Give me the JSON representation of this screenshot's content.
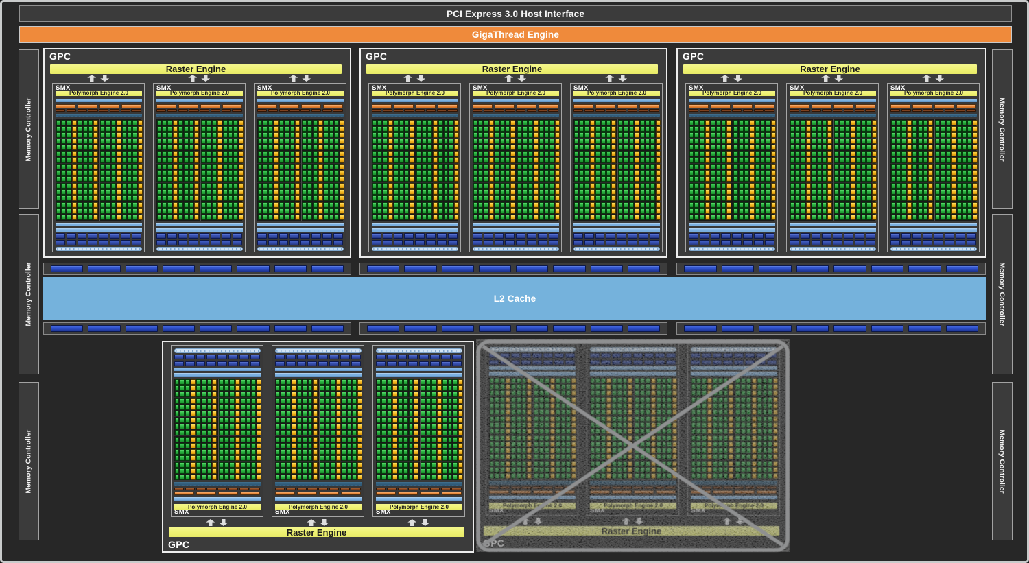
{
  "diagram": {
    "name": "gpu-architecture-block-diagram",
    "host_interface_label": "PCI Express 3.0 Host Interface",
    "gigathread_label": "GigaThread Engine",
    "l2_label": "L2 Cache",
    "memory_controller_label": "Memory Controller",
    "gpc_label": "GPC",
    "smx_label": "SMX",
    "raster_label": "Raster Engine",
    "polymorph_label": "Polymorph Engine 2.0",
    "structure": {
      "top_gpc_count": 3,
      "bottom_gpc_count": 1,
      "disabled_gpc_count": 1,
      "smx_per_gpc": 3,
      "memory_controller_count": 6,
      "dram_partition_count": 3,
      "dram_chips_per_partition": 8,
      "core_grid_columns": 16,
      "core_grid_rows": 16,
      "sfu_yellow_columns": [
        4,
        8,
        12,
        16
      ],
      "core_row_groups": [
        3,
        4,
        3,
        3,
        3
      ]
    },
    "colors": {
      "background": "#272727",
      "frame": "#c9cbcb",
      "panel": "#3b3b3b",
      "panel_border": "#ededed",
      "gigathread_orange": "#ef8a3b",
      "bar_yellow": "#eef172",
      "l2_blue": "#75b2dc",
      "light_blue_bar": "#7db2e2",
      "teal_bar": "#35617e",
      "orange_segment": "#e07c2c",
      "brown_segment": "#a05427",
      "core_green": "#2fb946",
      "core_yellow": "#f4bc28",
      "dram_blue": "#2b4ac0",
      "disabled_gray": "#8f9091"
    }
  }
}
